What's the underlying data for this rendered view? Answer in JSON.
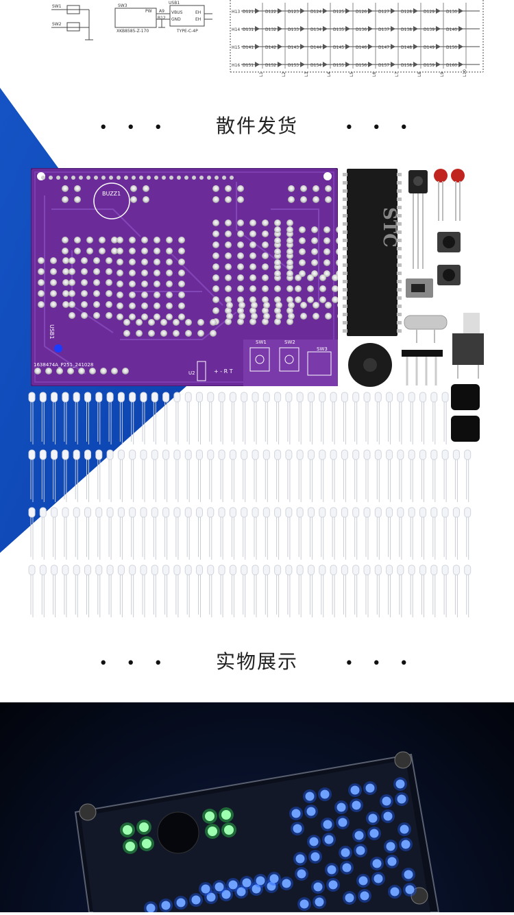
{
  "schematic": {
    "switch_labels": [
      "SW1",
      "SW2",
      "SW3"
    ],
    "usb_label": "USB1",
    "switch_part": "XKB8585-Z-170",
    "usb_part": "TYPE-C-4P",
    "usb_pins": [
      "A9",
      "VBUS",
      "EH",
      "B12",
      "GND",
      "EH"
    ],
    "pw_label": "PW",
    "row_labels": [
      "H13",
      "H14",
      "H15",
      "H16"
    ],
    "diode_rows": [
      [
        "D121",
        "D122",
        "D123",
        "D124",
        "D125",
        "D126",
        "D127",
        "D128",
        "D129",
        "D130"
      ],
      [
        "D131",
        "D132",
        "D133",
        "D134",
        "D135",
        "D136",
        "D137",
        "D138",
        "D139",
        "D140"
      ],
      [
        "D141",
        "D142",
        "D143",
        "D144",
        "D145",
        "D146",
        "D147",
        "D148",
        "D149",
        "D150"
      ],
      [
        "D151",
        "D152",
        "D153",
        "D154",
        "D155",
        "D156",
        "D157",
        "D158",
        "D159",
        "D160"
      ]
    ],
    "col_labels": [
      "L1",
      "L2",
      "L3",
      "L4",
      "L5",
      "L6",
      "L7",
      "L8",
      "L9",
      "L10"
    ]
  },
  "section_parts": {
    "title": "散件发货",
    "dots_left": "• • •",
    "dots_right": "• • •"
  },
  "pcb": {
    "buzzer_label": "BUZZ1",
    "usb_label": "USB1",
    "part_number": "1638474A_P251_241028",
    "u2_label": "U2",
    "u2_pins": "+ - R T",
    "sw1_label": "SW1",
    "sw2_label": "SW2",
    "sw3_label": "SW3"
  },
  "chip": {
    "brand": "STC"
  },
  "section_showcase": {
    "title": "实物展示",
    "dots_left": "• • •",
    "dots_right": "• • •"
  },
  "colors": {
    "blue": "#0a46b6",
    "pcb_purple": "#6b2c9a",
    "led_blue": "#1e5cff",
    "led_green": "#39ff5a"
  }
}
